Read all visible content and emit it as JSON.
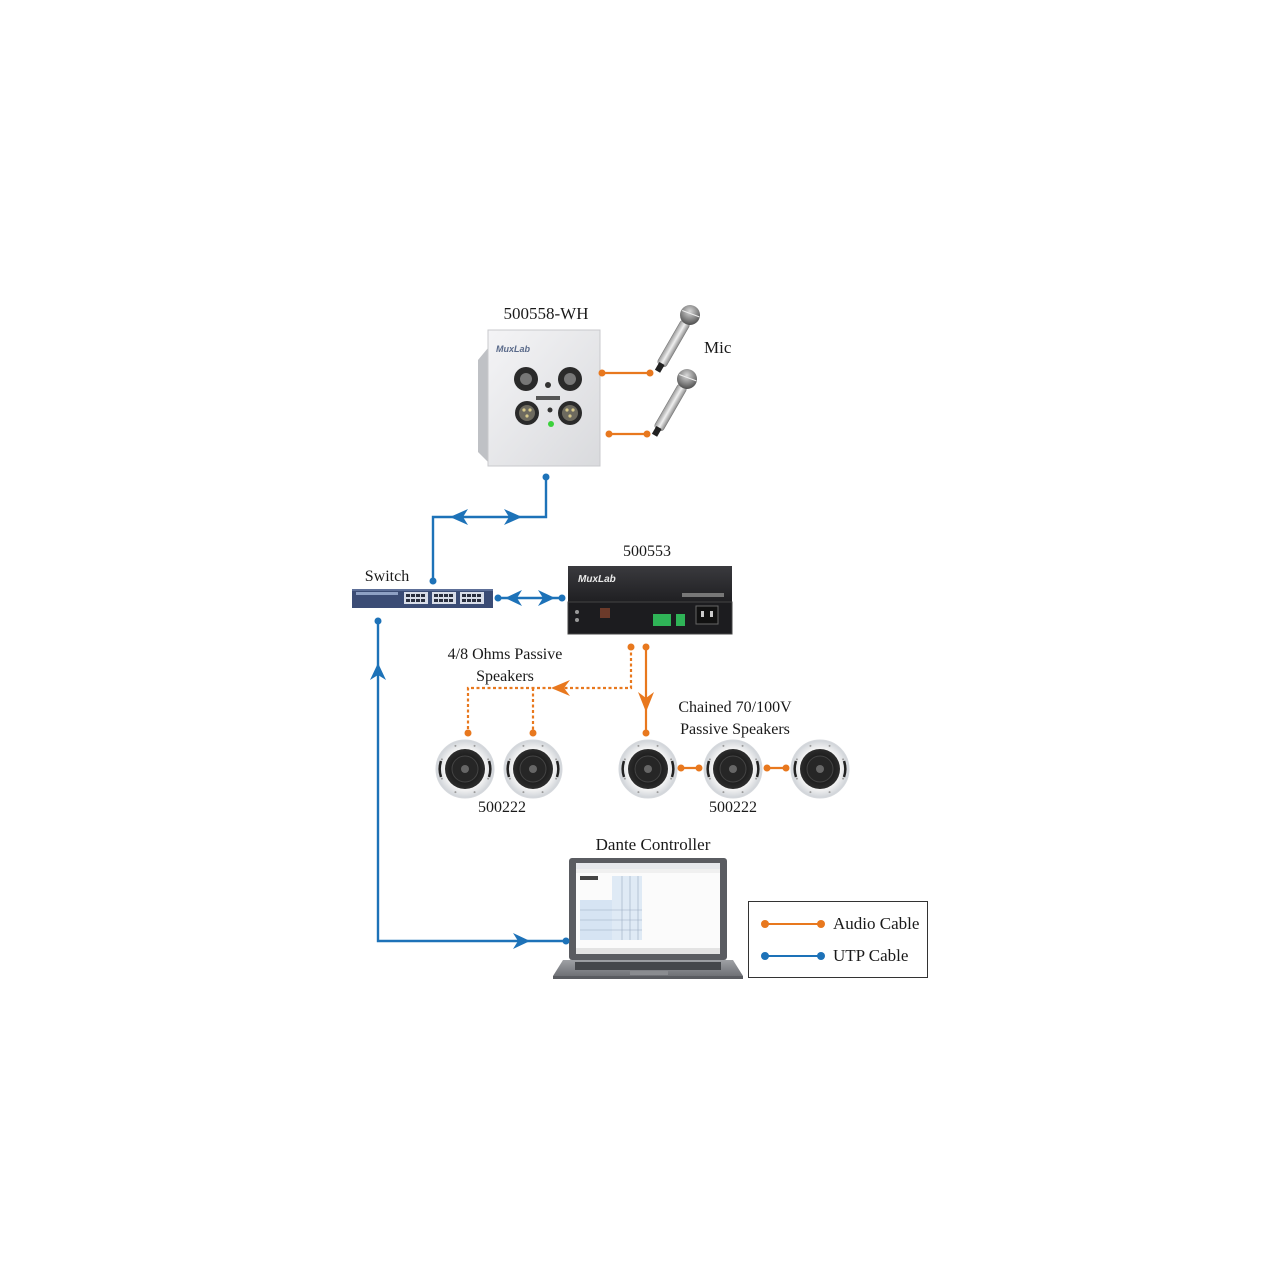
{
  "colors": {
    "audio": "#e8781e",
    "utp": "#1d72b8",
    "device_dark": "#2b2b2e",
    "switch_body": "#3b4c75"
  },
  "devices": {
    "wallplate": {
      "label": "500558-WH",
      "brand": "MuxLab",
      "icon": "xlr-wallplate-icon"
    },
    "mic": {
      "label": "Mic",
      "icon": "microphone-icon"
    },
    "switch": {
      "label": "Switch",
      "icon": "network-switch-icon"
    },
    "amplifier": {
      "label": "500553",
      "brand": "MuxLab",
      "icon": "dante-amplifier-icon"
    },
    "speakers_low_z": {
      "title_line1": "4/8 Ohms Passive",
      "title_line2": "Speakers",
      "model": "500222",
      "count": 2,
      "icon": "ceiling-speaker-icon"
    },
    "speakers_chained": {
      "title_line1": "Chained 70/100V",
      "title_line2": "Passive Speakers",
      "model": "500222",
      "count": 3,
      "icon": "ceiling-speaker-icon"
    },
    "laptop": {
      "label": "Dante Controller",
      "icon": "laptop-icon"
    }
  },
  "legend": {
    "items": [
      {
        "label": "Audio Cable",
        "color": "#e8781e"
      },
      {
        "label": "UTP Cable",
        "color": "#1d72b8"
      }
    ]
  }
}
